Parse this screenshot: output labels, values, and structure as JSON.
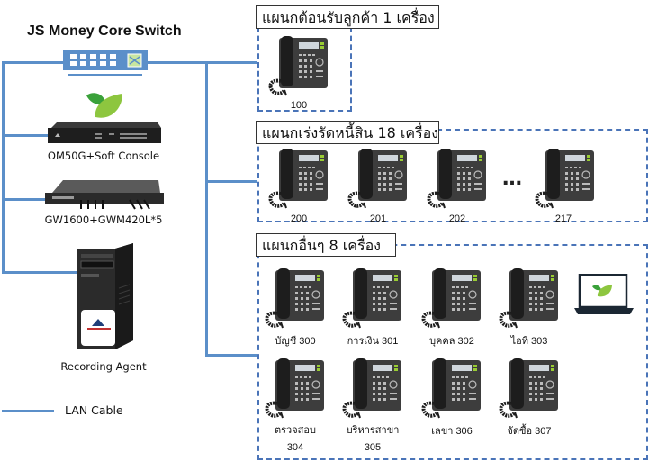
{
  "diagram": {
    "title": "JS Money Core Switch",
    "colors": {
      "lan_cable": "#5b8fc9",
      "group_border": "#4a74b8",
      "switch_body": "#5b8fc9",
      "leaf_green": "#8dc63f",
      "leaf_dark": "#3aa13a"
    },
    "devices": {
      "switch": {
        "label": "JS Money Core Switch",
        "icon": "network-switch-icon"
      },
      "pbx": {
        "label": "OM50G+Soft Console",
        "icon": "ip-pbx-icon"
      },
      "gateway": {
        "label": "GW1600+GWM420L*5",
        "icon": "gsm-gateway-icon"
      },
      "recorder": {
        "label": "Recording Agent",
        "icon": "desktop-tower-icon"
      }
    },
    "legend": {
      "label": "LAN Cable"
    },
    "groups": [
      {
        "title": "แผนกต้อนรับลูกค้า 1 เครื่อง",
        "phones": [
          {
            "label": "100"
          }
        ]
      },
      {
        "title": "แผนกเร่งรัดหนี้สิน 18 เครื่อง",
        "phones": [
          {
            "label": "200"
          },
          {
            "label": "201"
          },
          {
            "label": "202"
          },
          {
            "label": "217"
          }
        ],
        "ellipsis": "…"
      },
      {
        "title": "แผนกอื่นๆ 8 เครื่อง",
        "phones": [
          {
            "label": "บัญชี 300"
          },
          {
            "label": "การเงิน 301"
          },
          {
            "label": "บุคคล 302"
          },
          {
            "label": "ไอที 303"
          },
          {
            "label": "ตรวจสอบ\n304"
          },
          {
            "label": "บริหารสาขา\n305"
          },
          {
            "label": "เลขา 306"
          },
          {
            "label": "จัดซื้อ 307"
          }
        ],
        "laptop": {
          "icon": "laptop-soft-console-icon"
        }
      }
    ]
  }
}
